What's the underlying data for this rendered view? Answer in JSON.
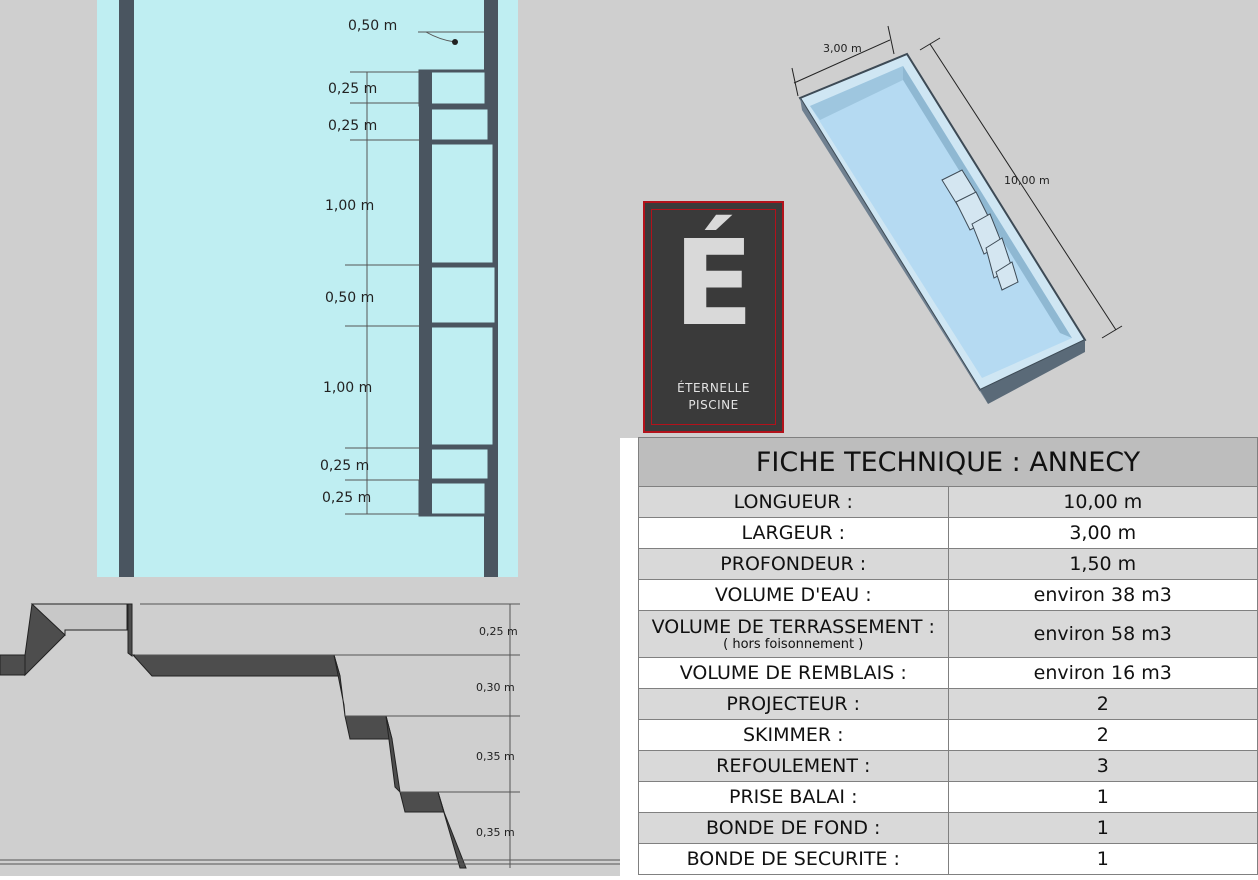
{
  "plan_dims": {
    "d1": "0,50 m",
    "d2": "0,25 m",
    "d3": "0,25 m",
    "d4": "1,00 m",
    "d5": "0,50 m",
    "d6": "1,00 m",
    "d7": "0,25 m",
    "d8": "0,25 m"
  },
  "section_dims": {
    "h1": "0,25 m",
    "h2": "0,30 m",
    "h3": "0,35 m",
    "h4": "0,35 m"
  },
  "iso_dims": {
    "width": "3,00 m",
    "length": "10,00 m"
  },
  "logo": {
    "letter": "É",
    "line1": "ÉTERNELLE",
    "line2": "PISCINE"
  },
  "table": {
    "title": "FICHE TECHNIQUE : ANNECY",
    "rows": [
      {
        "label": "LONGUEUR :",
        "value": "10,00 m"
      },
      {
        "label": "LARGEUR :",
        "value": "3,00 m"
      },
      {
        "label": "PROFONDEUR :",
        "value": "1,50 m"
      },
      {
        "label": "VOLUME D'EAU :",
        "value": "environ 38  m3"
      },
      {
        "label": "VOLUME DE TERRASSEMENT :",
        "sublabel": "( hors foisonnement )",
        "value": "environ 58 m3"
      },
      {
        "label": "VOLUME DE REMBLAIS :",
        "value": "environ 16 m3"
      },
      {
        "label": "PROJECTEUR :",
        "value": "2"
      },
      {
        "label": "SKIMMER :",
        "value": "2"
      },
      {
        "label": "REFOULEMENT :",
        "value": "3"
      },
      {
        "label": "PRISE BALAI :",
        "value": "1"
      },
      {
        "label": "BONDE DE FOND :",
        "value": "1"
      },
      {
        "label": "BONDE DE SECURITE :",
        "value": "1"
      }
    ]
  },
  "colors": {
    "water": "#bfeef2",
    "pool_wall": "#4a5560",
    "pool_iso": "#a9d3ea",
    "background": "#cfcfcf",
    "logo_red": "#b3121b"
  }
}
